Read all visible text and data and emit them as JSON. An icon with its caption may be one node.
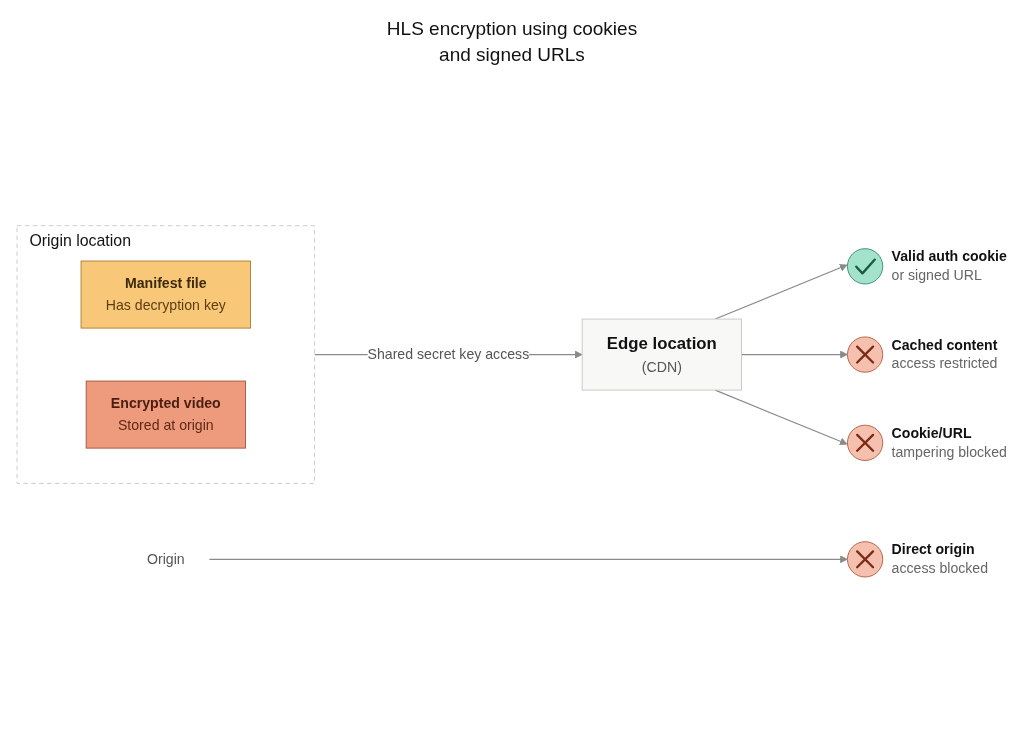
{
  "diagram": {
    "title": "HLS encryption using cookies and signed URLs",
    "nodes": [
      {
        "text": [
          "Origin location"
        ]
      },
      {
        "text": [
          "Manifest file",
          "Has decryption key"
        ],
        "in": 0
      },
      {
        "text": [
          "Encrypted video",
          "Stored at origin"
        ],
        "in": 0
      },
      {
        "text": [
          "Edge location",
          "(CDN)"
        ]
      },
      {
        "text": [],
        "shape": "circle",
        "beside": [
          "Valid auth cookie",
          "or signed URL"
        ]
      },
      {
        "text": [],
        "shape": "circle",
        "beside": [
          "Cached content",
          "access restricted"
        ]
      },
      {
        "text": [],
        "shape": "circle",
        "beside": [
          "Cookie/URL",
          "tampering blocked"
        ]
      },
      {
        "text": [
          "Origin"
        ]
      },
      {
        "text": [],
        "shape": "circle",
        "beside": [
          "Direct origin",
          "access blocked"
        ]
      }
    ],
    "edges": [
      {
        "from": 0,
        "to": 3,
        "arrow": "to",
        "label": "Shared secret key access"
      },
      {
        "from": 3,
        "to": 4,
        "arrow": "to"
      },
      {
        "from": 3,
        "to": 5,
        "arrow": "to"
      },
      {
        "from": 3,
        "to": 6,
        "arrow": "to"
      },
      {
        "from": 7,
        "to": 8,
        "arrow": "to"
      }
    ]
  }
}
